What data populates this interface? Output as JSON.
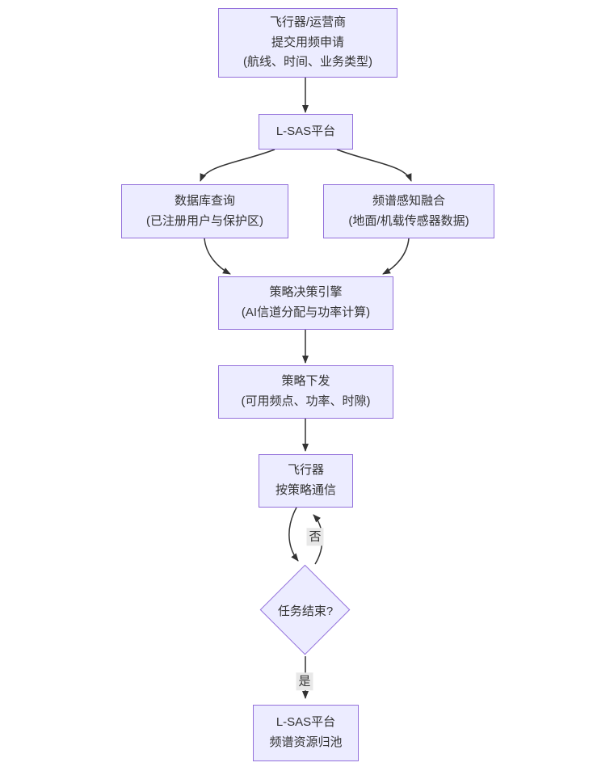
{
  "diagram": {
    "title": "L-SAS spectrum access flowchart",
    "colors": {
      "node_fill": "#ECECFF",
      "node_border": "#9370DB",
      "edge": "#333333",
      "text": "#333333",
      "edge_label_bg": "#e8e8e8",
      "background": "#ffffff"
    },
    "nodes": {
      "apply": {
        "text": "飞行器/运营商\n提交用频申请\n(航线、时间、业务类型)"
      },
      "lsas": {
        "text": "L-SAS平台"
      },
      "db": {
        "text": "数据库查询\n(已注册用户与保护区)"
      },
      "sense": {
        "text": "频谱感知融合\n(地面/机载传感器数据)"
      },
      "engine": {
        "text": "策略决策引擎\n(AI信道分配与功率计算)"
      },
      "dispatch": {
        "text": "策略下发\n(可用频点、功率、时隙)"
      },
      "comm": {
        "text": "飞行器\n按策略通信"
      },
      "decision": {
        "text": "任务结束?"
      },
      "pool": {
        "text": "L-SAS平台\n频谱资源归池"
      }
    },
    "edge_labels": {
      "no": "否",
      "yes": "是"
    }
  }
}
